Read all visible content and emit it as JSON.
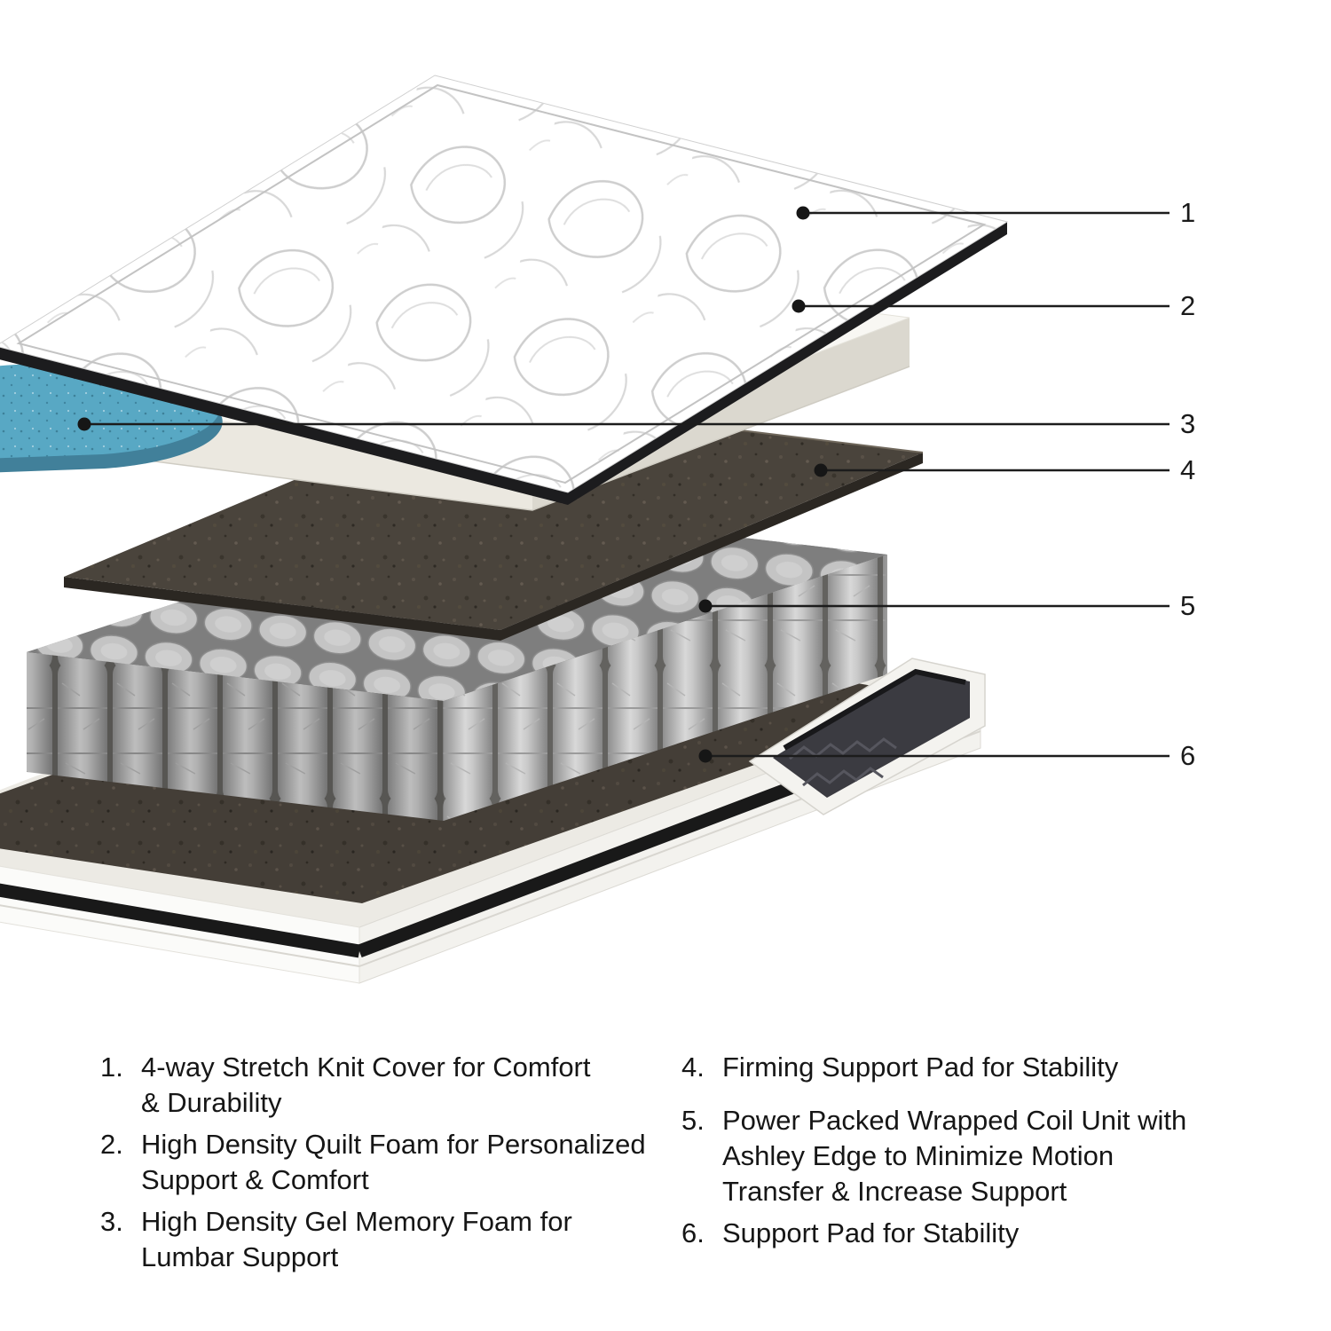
{
  "figure": {
    "type": "exploded-mattress-diagram",
    "callouts": [
      "1",
      "2",
      "3",
      "4",
      "5",
      "6"
    ],
    "colors": {
      "quilt_white": "#ffffff",
      "quilt_rim": "#1c1c1e",
      "foam_cream": "#f8f7f3",
      "gel_blue": "#58a8c4",
      "gel_blue_dark": "#41809a",
      "pad_brown": "#4a443c",
      "coil_gray": "#c4c4c4",
      "edge_dark": "#3b3b41",
      "base_white": "#f3f2ee",
      "line_black": "#1c1c1c"
    }
  },
  "legend": {
    "left": [
      {
        "number": "1.",
        "lines": [
          "4-way Stretch Knit Cover for Comfort",
          "& Durability"
        ]
      },
      {
        "number": "2.",
        "lines": [
          "High Density Quilt Foam for Personalized",
          "Support & Comfort"
        ]
      },
      {
        "number": "3.",
        "lines": [
          "High Density Gel Memory Foam for",
          "Lumbar Support"
        ]
      }
    ],
    "right": [
      {
        "number": "4.",
        "lines": [
          "Firming Support Pad for Stability"
        ]
      },
      {
        "number": "5.",
        "lines": [
          "Power Packed Wrapped Coil Unit with",
          "Ashley Edge to Minimize Motion",
          "Transfer & Increase Support"
        ]
      },
      {
        "number": "6.",
        "lines": [
          "Support Pad for Stability"
        ]
      }
    ]
  }
}
